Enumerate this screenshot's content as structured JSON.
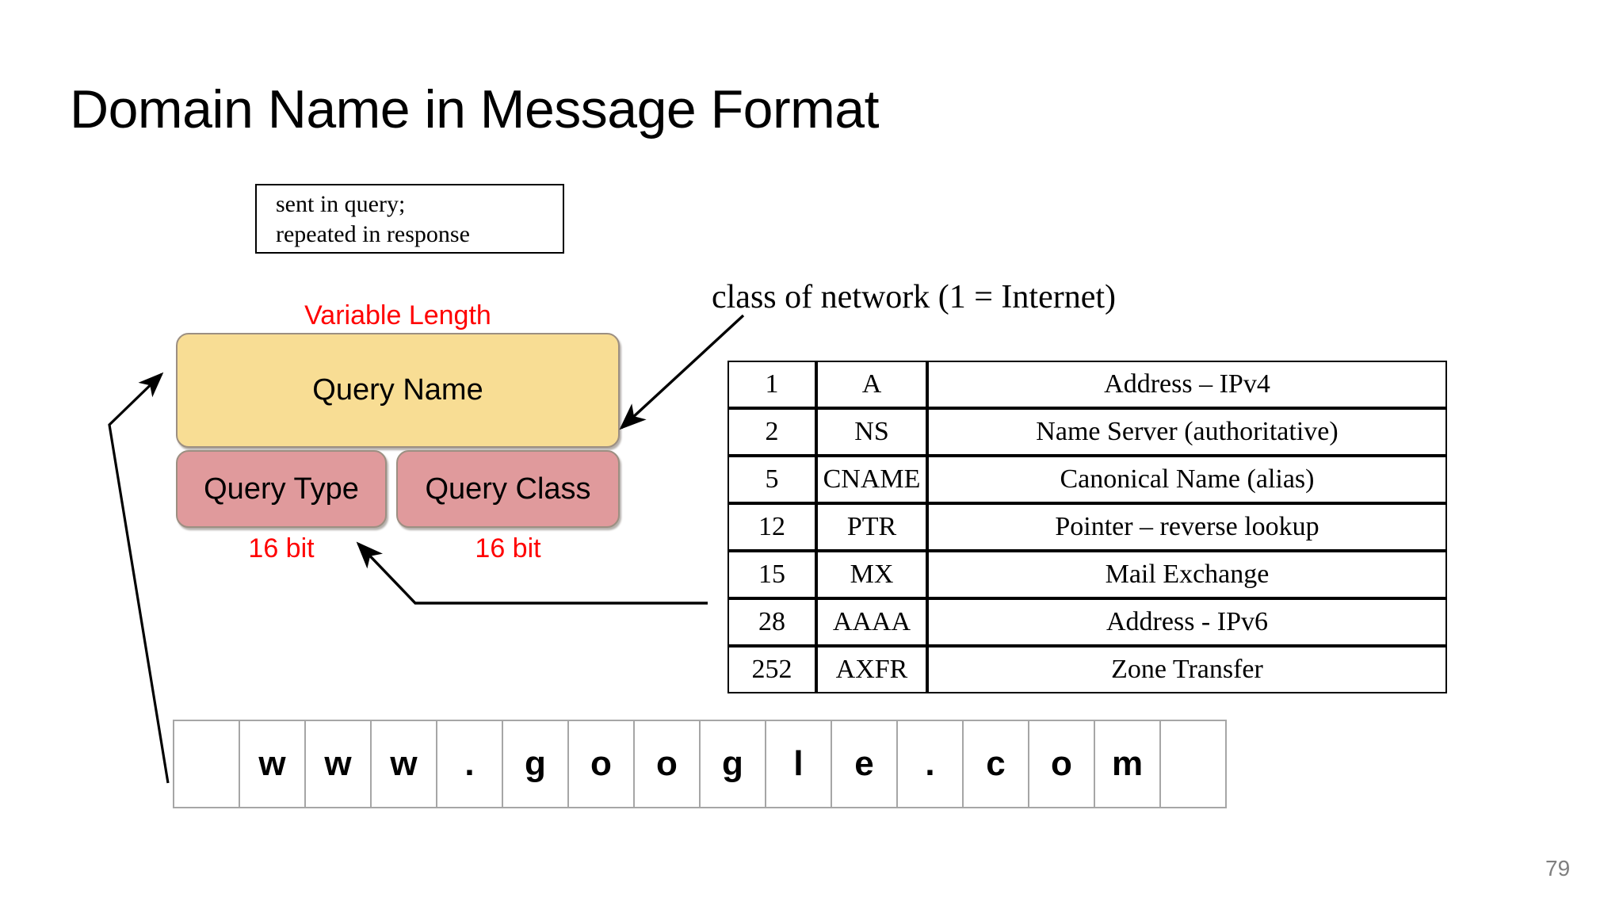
{
  "slide": {
    "title": "Domain Name in Message Format",
    "page_number": "79"
  },
  "note_box": {
    "line1": "sent in query;",
    "line2": "repeated in response"
  },
  "class_caption": "class of network (1 = Internet)",
  "annotations": {
    "variable_length": "Variable Length",
    "bit_left": "16 bit",
    "bit_right": "16 bit"
  },
  "packet_fields": [
    {
      "label": "Query Name",
      "color": "#F8DD94"
    },
    {
      "label": "Query Type",
      "color": "#E09A9C"
    },
    {
      "label": "Query Class",
      "color": "#E09A9C"
    }
  ],
  "record_table": {
    "columns": [
      "id",
      "type",
      "description"
    ],
    "rows": [
      {
        "id": "1",
        "type": "A",
        "description": "Address – IPv4"
      },
      {
        "id": "2",
        "type": "NS",
        "description": "Name Server (authoritative)"
      },
      {
        "id": "5",
        "type": "CNAME",
        "description": "Canonical Name (alias)"
      },
      {
        "id": "12",
        "type": "PTR",
        "description": "Pointer – reverse lookup"
      },
      {
        "id": "15",
        "type": "MX",
        "description": "Mail Exchange"
      },
      {
        "id": "28",
        "type": "AAAA",
        "description": "Address - IPv6"
      },
      {
        "id": "252",
        "type": "AXFR",
        "description": "Zone Transfer"
      }
    ]
  },
  "byte_strip": {
    "cells": [
      "",
      "w",
      "w",
      "w",
      ".",
      "g",
      "o",
      "o",
      "g",
      "l",
      "e",
      ".",
      "c",
      "o",
      "m",
      ""
    ]
  },
  "colors": {
    "accent_red": "#FF0000",
    "query_name_fill": "#F8DD94",
    "query_type_fill": "#E09A9C",
    "table_border": "#000000",
    "strip_border": "#A6A6A6",
    "page_number": "#7F7F7F"
  }
}
